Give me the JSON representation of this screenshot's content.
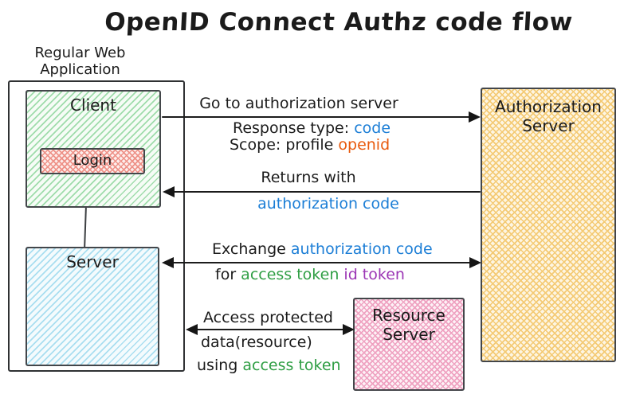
{
  "title": "OpenID Connect Authz code flow",
  "app_label": {
    "line1": "Regular Web",
    "line2": "Application"
  },
  "boxes": {
    "client": "Client",
    "login": "Login",
    "server": "Server",
    "auth_line1": "Authorization",
    "auth_line2": "Server",
    "resource_line1": "Resource",
    "resource_line2": "Server"
  },
  "flow_go": {
    "label": "Go to authorization server",
    "response_prefix": "Response type: ",
    "response_value": "code",
    "scope_prefix": "Scope: profile ",
    "scope_value": "openid"
  },
  "flow_return": {
    "label": "Returns with",
    "value": "authorization code"
  },
  "flow_exchange": {
    "prefix": "Exchange ",
    "value1": "authorization code",
    "for_prefix": "for ",
    "value2": "access token",
    "value3": " id token"
  },
  "flow_access": {
    "line1": "Access protected",
    "line2": "data(resource)",
    "using_prefix": "using ",
    "value": "access token"
  },
  "colors": {
    "blue": "#1c7ed6",
    "orange": "#e8590c",
    "green": "#2f9e44",
    "purple": "#9c36b5",
    "ink": "#1b1b1b"
  }
}
